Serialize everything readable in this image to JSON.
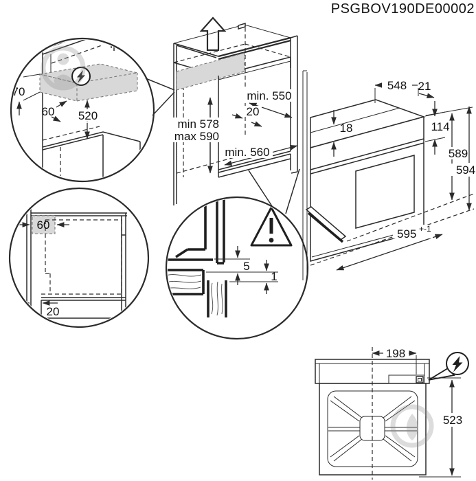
{
  "header": {
    "part_number": "PSGBOV190DE00002"
  },
  "colors": {
    "line": "#2b2b2b",
    "shade": "#d8d8d8",
    "watermark": "#8f8f8f",
    "background": "#ffffff"
  },
  "icons": {
    "power": "lightning-bolt-in-circle",
    "warning": "exclamation-triangle",
    "install_direction": "hollow-up-arrow"
  },
  "top_left_detail": {
    "height": "70",
    "depth": "60",
    "clearance_below": "520"
  },
  "cabinet": {
    "top_depth": "min. 550",
    "back_gap": "20",
    "niche_height_min": "min 578",
    "niche_height_max": "max 590",
    "bottom_depth": "min. 560"
  },
  "oven": {
    "depth": "548",
    "back_offset": "21",
    "top_inset": "18",
    "control_panel_height": "114",
    "body_height": "589",
    "total_height": "594",
    "width": "595",
    "width_tolerance": "+-1"
  },
  "plinth_detail": {
    "corner_recess": "60",
    "front_clearance": "20"
  },
  "front_gap_detail": {
    "upper_gap": "5",
    "lower_gap": "1"
  },
  "back_view": {
    "cable_offset": "198",
    "height": "523"
  }
}
